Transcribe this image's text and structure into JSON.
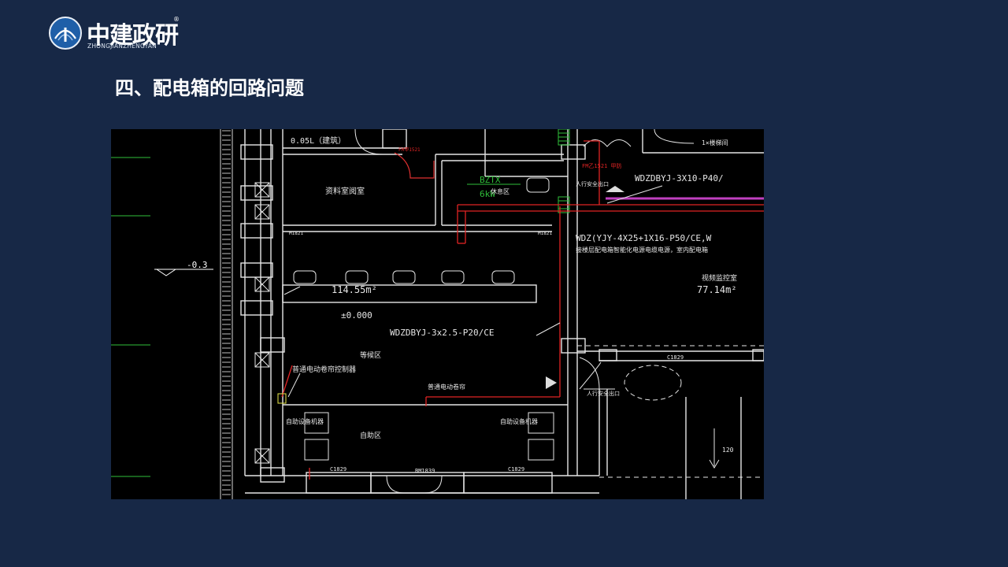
{
  "logo": {
    "name": "中建政研",
    "subtitle": "ZHONGJIANZHENGYAN",
    "registered": "®"
  },
  "slide": {
    "title": "四、配电箱的回路问题"
  },
  "drawing": {
    "labels": {
      "level_top": "0.05L（建筑）",
      "room_archive": "资料室阅室",
      "bztx": "BZTX",
      "bztx_power": "6kW",
      "break_area": "休息区",
      "wdzdbyj_top": "WDZDBYJ-3X10-P40/",
      "wdz_yjy": "WDZ(YJY-4X25+1X16-P50/CE,W",
      "note_cn": "接楼层配电箱智能化电源电缆电源，室内配电箱",
      "area_main": "114.55m²",
      "level_zero": "±0.000",
      "level_minus": "-0.3",
      "wdzdbyj_mid": "WDZDBYJ-3x2.5-P20/CE",
      "waiting_area": "等候区",
      "control_panel": "普通电动卷帘控制器",
      "shutter": "普通电动卷帘",
      "self_service_a": "自助设备机器",
      "self_service_b": "自助设备机器",
      "self_service_area": "自助区",
      "control_room": "视频监控室",
      "area_right": "77.14m²",
      "safe_exit_top": "人行安全出口",
      "safe_exit_bottom": "人行安全出口",
      "door_c1829_a": "C1829",
      "door_c1829_b": "C1829",
      "door_c1829_c": "C1829",
      "door_bm": "BM1839",
      "stair": "1×楼梯间",
      "fm_a": "FM甲1521",
      "fm_b": "FM乙1521 甲防",
      "m_a": "M1821",
      "m_b": "M1821",
      "dim_down": "120"
    }
  }
}
